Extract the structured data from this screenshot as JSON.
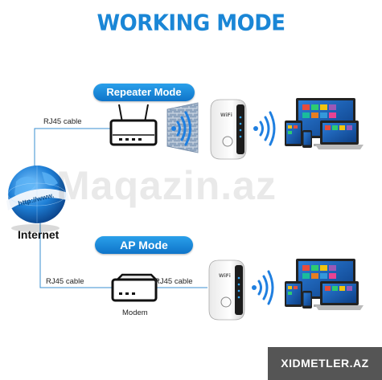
{
  "title": "WORKING MODE",
  "repeater_mode": {
    "label": "Repeater Mode",
    "cable_label": "RJ45 cable"
  },
  "ap_mode": {
    "label": "AP Mode",
    "cable_label_left": "RJ45 cable",
    "cable_label_right": "RJ45 cable",
    "modem_label": "Modem"
  },
  "internet": {
    "label": "Internet",
    "url_text": "http://www."
  },
  "watermark": "Maqazin.az",
  "badge": "XIDMETLER.AZ",
  "colors": {
    "title_blue": "#1a86d6",
    "pill_blue": "#0f74c9",
    "line_blue": "#3a8fd1",
    "signal_blue": "#1f7fe0"
  },
  "icons": [
    "globe-icon",
    "router-icon",
    "firewall-icon",
    "wifi-signal-icon",
    "repeater-icon",
    "laptop-icon",
    "tablet-icon",
    "phone-icon",
    "monitor-icon",
    "modem-icon"
  ]
}
